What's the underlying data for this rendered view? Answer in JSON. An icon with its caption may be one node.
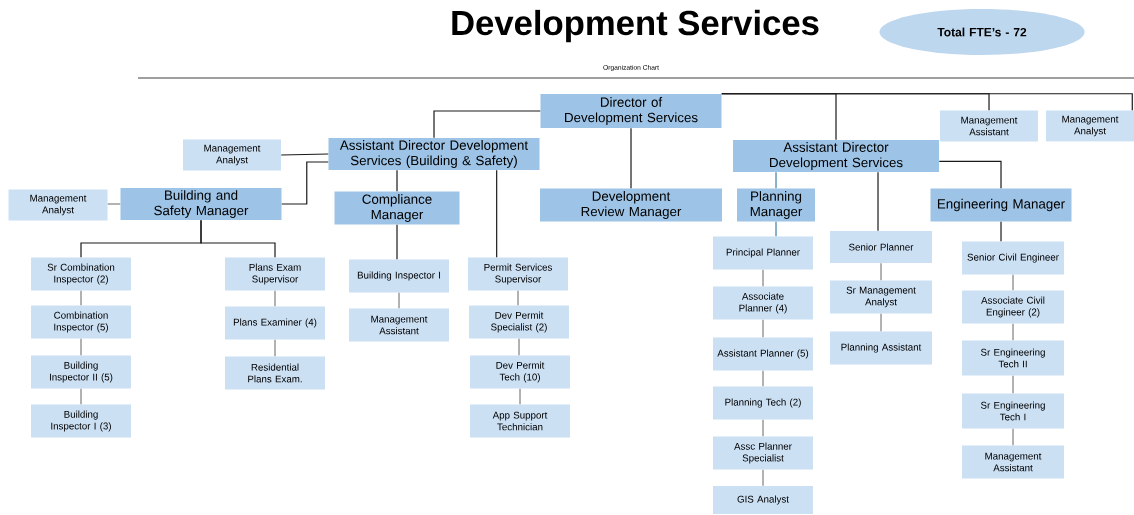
{
  "diagram": {
    "title": "Development Services",
    "nodes": [
      {
        "text": [
          "Total FTE’s - 72"
        ]
      },
      {
        "text": [
          "Director of Development Services"
        ]
      },
      {
        "text": [
          "Management Analyst"
        ]
      },
      {
        "text": [
          "Assistant Director Development Services (Building & Safety)"
        ]
      },
      {
        "text": [
          "Management Analyst"
        ]
      },
      {
        "text": [
          "Building and Safety Manager"
        ]
      },
      {
        "text": [
          "Compliance Manager"
        ]
      },
      {
        "text": [
          "Development Review Manager"
        ]
      },
      {
        "text": [
          "Assistant Director Development Services"
        ]
      },
      {
        "text": [
          "Management Assistant"
        ]
      },
      {
        "text": [
          "Management Analyst"
        ]
      },
      {
        "text": [
          "Planning Manager"
        ]
      },
      {
        "text": [
          "Engineering Manager"
        ]
      },
      {
        "text": [
          "Sr Combination Inspector (2)"
        ]
      },
      {
        "text": [
          "Combination Inspector (5)"
        ]
      },
      {
        "text": [
          "Building Inspector II (5)"
        ]
      },
      {
        "text": [
          "Building Inspector I (3)"
        ]
      },
      {
        "text": [
          "Plans Exam Supervisor"
        ]
      },
      {
        "text": [
          "Plans Examiner (4)"
        ]
      },
      {
        "text": [
          "Residential Plans Exam."
        ]
      },
      {
        "text": [
          "Building Inspector I"
        ]
      },
      {
        "text": [
          "Management Assistant"
        ]
      },
      {
        "text": [
          "Permit Services Supervisor"
        ]
      },
      {
        "text": [
          "Dev Permit Specialist (2)"
        ]
      },
      {
        "text": [
          "Dev Permit Tech (10)"
        ]
      },
      {
        "text": [
          "App Support Technician"
        ]
      },
      {
        "text": [
          "Principal Planner"
        ]
      },
      {
        "text": [
          "Associate Planner (4)"
        ]
      },
      {
        "text": [
          "Assistant Planner (5)"
        ]
      },
      {
        "text": [
          "Planning Tech (2)"
        ]
      },
      {
        "text": [
          "Assc Planner Specialist"
        ]
      },
      {
        "text": [
          "GIS Analyst"
        ]
      },
      {
        "text": [
          "Senior Planner"
        ]
      },
      {
        "text": [
          "Sr Management Analyst"
        ]
      },
      {
        "text": [
          "Planning Assistant"
        ]
      },
      {
        "text": [
          "Senior Civil Engineer"
        ]
      },
      {
        "text": [
          "Associate Civil Engineer (2)"
        ]
      },
      {
        "text": [
          "Sr Engineering Tech II"
        ]
      },
      {
        "text": [
          "Sr Engineering Tech I"
        ]
      },
      {
        "text": [
          "Management Assistant"
        ]
      }
    ],
    "edges": [
      {
        "from": 1,
        "to": 3,
        "arrow": "none",
        "color": "#1a1a1a"
      },
      {
        "from": 1,
        "to": 7,
        "arrow": "none",
        "color": "#1a1a1a"
      },
      {
        "from": 1,
        "to": 8,
        "arrow": "none",
        "color": "#1a1a1a"
      },
      {
        "from": 1,
        "to": 9,
        "arrow": "none",
        "color": "#1a1a1a"
      },
      {
        "from": 1,
        "to": 10,
        "arrow": "none",
        "color": "#1a1a1a"
      },
      {
        "from": 3,
        "to": 2,
        "arrow": "none",
        "color": "#1a1a1a"
      },
      {
        "from": 3,
        "to": 5,
        "arrow": "none",
        "color": "#1a1a1a"
      },
      {
        "from": 5,
        "to": 4,
        "arrow": "none"
      },
      {
        "from": 3,
        "to": 6,
        "arrow": "none",
        "color": "#1a1a1a"
      },
      {
        "from": 3,
        "to": 22,
        "arrow": "none",
        "color": "#1a1a1a"
      },
      {
        "from": 5,
        "to": 13,
        "arrow": "none",
        "color": "#1a1a1a"
      },
      {
        "from": 5,
        "to": 17,
        "arrow": "none",
        "color": "#1a1a1a"
      },
      {
        "from": 13,
        "to": 14,
        "arrow": "none"
      },
      {
        "from": 14,
        "to": 15,
        "arrow": "none"
      },
      {
        "from": 15,
        "to": 16,
        "arrow": "none"
      },
      {
        "from": 17,
        "to": 18,
        "arrow": "none"
      },
      {
        "from": 18,
        "to": 19,
        "arrow": "none"
      },
      {
        "from": 6,
        "to": 20,
        "arrow": "none",
        "color": "#1a1a1a"
      },
      {
        "from": 20,
        "to": 21,
        "arrow": "none"
      },
      {
        "from": 22,
        "to": 23,
        "arrow": "none"
      },
      {
        "from": 23,
        "to": 24,
        "arrow": "none"
      },
      {
        "from": 24,
        "to": 25,
        "arrow": "none"
      },
      {
        "from": 8,
        "to": 11,
        "arrow": "none",
        "color": "#3b7fa8"
      },
      {
        "from": 8,
        "to": 32,
        "arrow": "none",
        "color": "#1a1a1a"
      },
      {
        "from": 8,
        "to": 12,
        "arrow": "none",
        "color": "#1a1a1a"
      },
      {
        "from": 11,
        "to": 26,
        "arrow": "none",
        "color": "#3b7fa8"
      },
      {
        "from": 26,
        "to": 27,
        "arrow": "none"
      },
      {
        "from": 27,
        "to": 28,
        "arrow": "none"
      },
      {
        "from": 28,
        "to": 29,
        "arrow": "none"
      },
      {
        "from": 29,
        "to": 30,
        "arrow": "none"
      },
      {
        "from": 30,
        "to": 31,
        "arrow": "none"
      },
      {
        "from": 32,
        "to": 33,
        "arrow": "none"
      },
      {
        "from": 33,
        "to": 34,
        "arrow": "none"
      },
      {
        "from": 12,
        "to": 35,
        "arrow": "none",
        "color": "#1a1a1a"
      },
      {
        "from": 35,
        "to": 36,
        "arrow": "none"
      },
      {
        "from": 36,
        "to": 37,
        "arrow": "none"
      },
      {
        "from": 37,
        "to": 38,
        "arrow": "none"
      },
      {
        "from": 38,
        "to": 39,
        "arrow": "none"
      }
    ],
    "labels": [
      "Organization Chart"
    ]
  }
}
